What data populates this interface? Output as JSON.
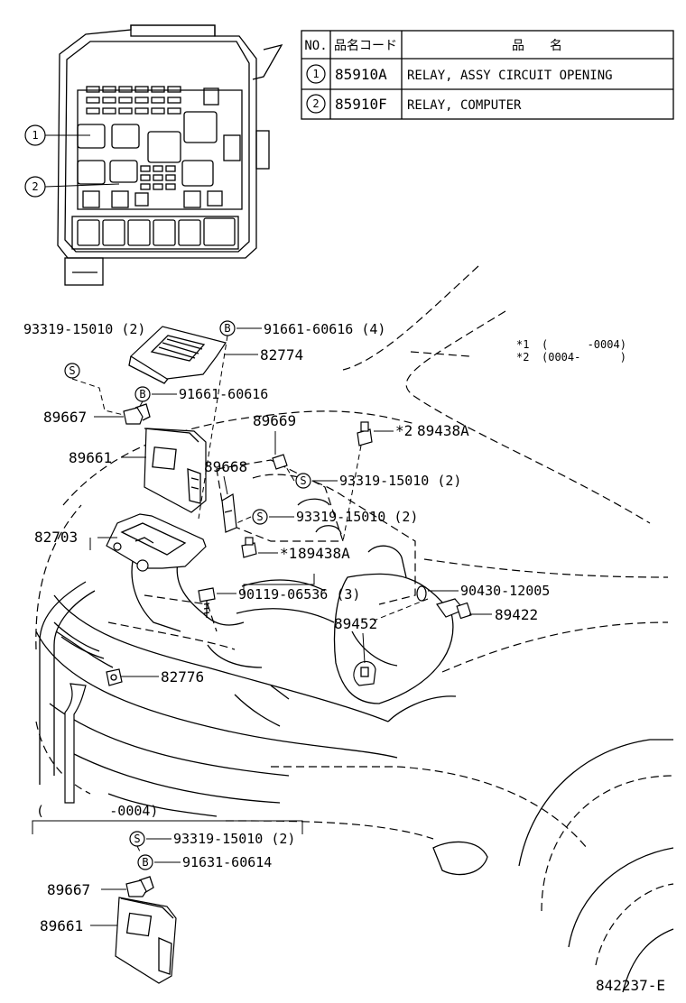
{
  "table": {
    "headers": [
      "NO.",
      "品名コード",
      "品　　名"
    ],
    "rows": [
      {
        "no": "1",
        "code": "85910A",
        "name": "RELAY, ASSY CIRCUIT OPENING"
      },
      {
        "no": "2",
        "code": "85910F",
        "name": "RELAY, COMPUTER"
      }
    ]
  },
  "relay_box_markers": [
    "1",
    "2"
  ],
  "notes": {
    "note1": {
      "mark": "*1",
      "range": "(      -0004)"
    },
    "note2": {
      "mark": "*2",
      "range": "(0004-      )"
    }
  },
  "parts": {
    "p93319_top": "93319-15010 (2)",
    "p91661_4": "91661-60616 (4)",
    "p82774": "82774",
    "p91661": "91661-60616",
    "p89667": "89667",
    "p89661": "89661",
    "p89669": "89669",
    "p89438A_2": "89438A",
    "p89668": "89668",
    "p93319_mid1": "93319-15010 (2)",
    "p93319_mid2": "93319-15010 (2)",
    "p82703": "82703",
    "p89438A_1": "89438A",
    "p90119": "90119-06536 (3)",
    "p90430": "90430-12005",
    "p89422": "89422",
    "p89452": "89452",
    "p82776": "82776",
    "bottom_range": "(        -0004)",
    "p93319_bot": "93319-15010 (2)",
    "p91631": "91631-60614",
    "p89667_bot": "89667",
    "p89661_bot": "89661"
  },
  "marks": {
    "star2": "*2",
    "star1": "*1",
    "S": "S",
    "B": "B"
  },
  "diagram_id": "842237-E"
}
